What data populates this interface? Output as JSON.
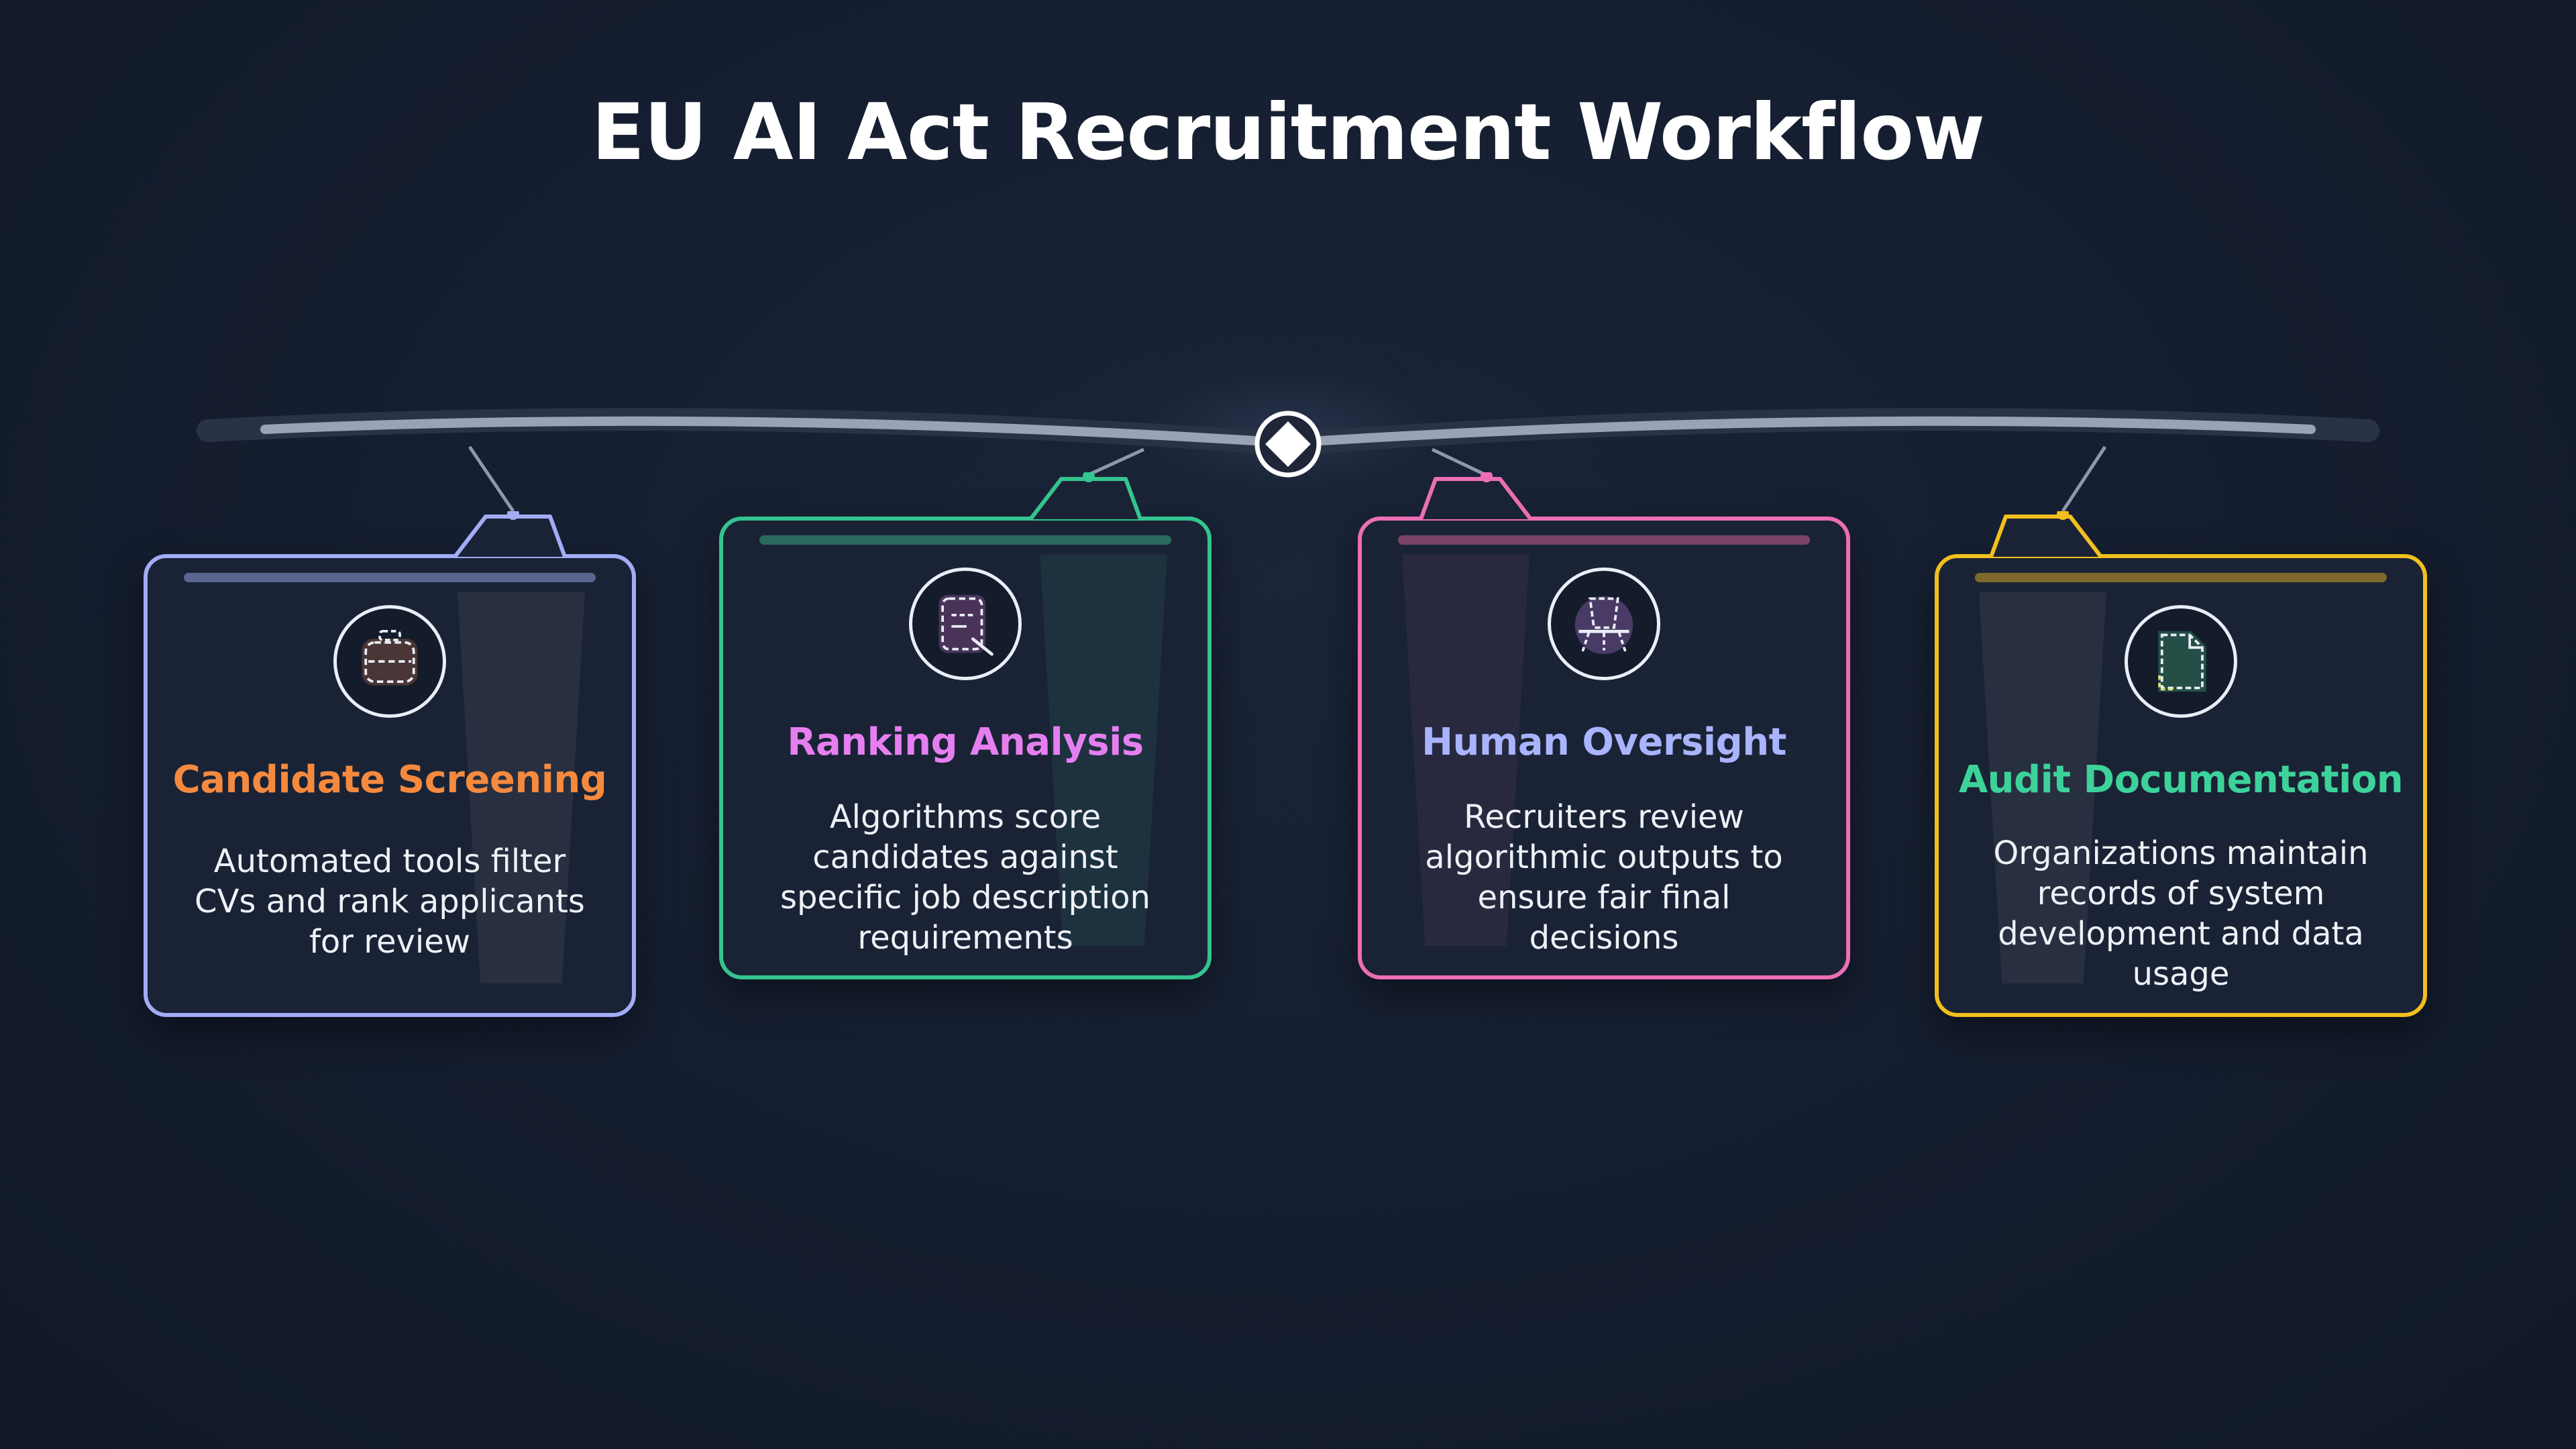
{
  "title": "EU AI Act Recruitment Workflow",
  "colors": {
    "background": "#141d2f",
    "card_fill": "#1a2335",
    "rail": "#8f98ab",
    "white": "#ffffff"
  },
  "steps": [
    {
      "heading": "Candidate Screening",
      "description": "Automated tools filter CVs and rank applicants for review",
      "border_color": "#a3acf5",
      "heading_color": "#f58a3f",
      "bar_color": "#5a6690",
      "icon": "briefcase-icon",
      "icon_fill": "#4a3636"
    },
    {
      "heading": "Ranking Analysis",
      "description": "Algorithms score candidates against specific job description requirements",
      "border_color": "#34c48f",
      "heading_color": "#e57ff0",
      "bar_color": "#2a6a5c",
      "icon": "document-edit-icon",
      "icon_fill": "#4a3358"
    },
    {
      "heading": "Human Oversight",
      "description": "Recruiters review algorithmic outputs to ensure fair final decisions",
      "border_color": "#ec6eb5",
      "heading_color": "#a9b4ff",
      "bar_color": "#7a4468",
      "icon": "chair-icon",
      "icon_fill": "#4a3a66"
    },
    {
      "heading": "Audit Documentation",
      "description": "Organizations maintain records of system development and data usage",
      "border_color": "#f2bf1e",
      "heading_color": "#3dd29a",
      "bar_color": "#7d6a2a",
      "icon": "file-icon",
      "icon_fill": "#244e46"
    }
  ]
}
